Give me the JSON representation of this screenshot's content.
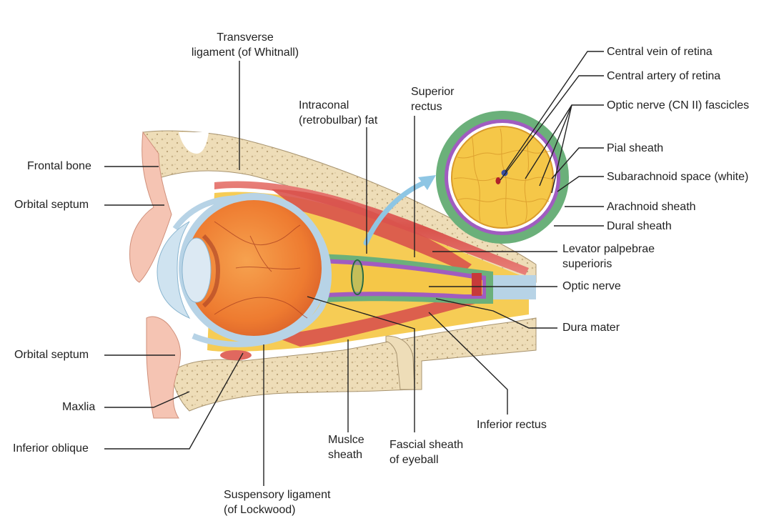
{
  "colors": {
    "bone": "#eeddb8",
    "bone_pore": "#c9b48a",
    "fat": "#f6cc55",
    "muscle": "#dd5a52",
    "eyeball": "#f08a3c",
    "sclera_sheath": "#b7d3e6",
    "skin": "#f5c4b3",
    "dura": "#6bb07a",
    "arachnoid": "#a05cc0",
    "nerve_fill": "#f5c748",
    "arrow": "#8ec6e4"
  },
  "labels": {
    "transverse_ligament": "Transverse\nligament (of Whitnall)",
    "intraconal_fat": "Intraconal\n(retrobulbar) fat",
    "superior_rectus": "Superior\nrectus",
    "frontal_bone": "Frontal bone",
    "orbital_septum_top": "Orbital septum",
    "orbital_septum_bottom": "Orbital septum",
    "maxlia": "Maxlia",
    "inferior_oblique": "Inferior oblique",
    "suspensory_ligament": "Suspensory ligament\n(of Lockwood)",
    "muscle_sheath": "Muslce\nsheath",
    "fascial_sheath": "Fascial sheath\nof eyeball",
    "inferior_rectus": "Inferior rectus",
    "dura_mater": "Dura mater",
    "optic_nerve": "Optic nerve",
    "levator": "Levator palpebrae\nsuperioris",
    "central_vein": "Central vein of retina",
    "central_artery": "Central artery of retina",
    "optic_fascicles": "Optic nerve (CN II) fascicles",
    "pial_sheath": "Pial sheath",
    "subarachnoid": "Subarachnoid space (white)",
    "arachnoid_sheath": "Arachnoid sheath",
    "dural_sheath": "Dural sheath"
  }
}
